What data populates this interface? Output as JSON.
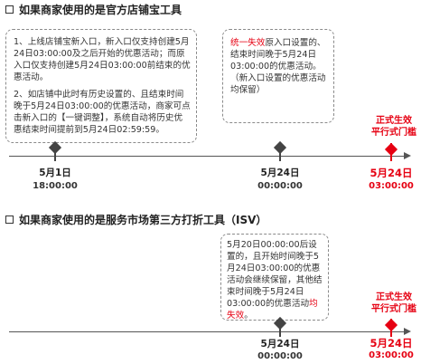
{
  "section1": {
    "title": "如果商家使用的是官方店铺宝工具",
    "callout_left": {
      "para1": "1、上线店铺宝新入口，新入口仅支持创建5月24日03:00:00及之后开始的优惠活动；而原入口仅支持创建5月24日03:00:00前结束的优惠活动。",
      "para2": "2、如店铺中此时有历史设置的、且结束时间晚于5月24日03:00:00的优惠活动，商家可点击新入口的【一键调整】，系统自动将历史优惠结束时间提前到5月24日02:59:59。"
    },
    "callout_right": {
      "red_text": "统一失效",
      "text": "原入口设置的、结束时间晚于5月24日03:00:00的优惠活动。（新入口设置的优惠活动均保留）"
    },
    "markers": [
      {
        "date": "5月1日",
        "time": "18:00:00",
        "color": "dark"
      },
      {
        "date": "5月24日",
        "time": "00:00:00",
        "color": "dark"
      },
      {
        "date": "5月24日",
        "time": "03:00:00",
        "color": "red"
      }
    ],
    "gate_label_line1": "正式生效",
    "gate_label_line2": "平行式门槛"
  },
  "section2": {
    "title": "如果商家使用的是服务市场第三方打折工具（ISV）",
    "callout": {
      "text": "5月20日00:00:00后设置的，且开始时间晚于5月24日03:00:00的优惠活动会继续保留，其他结束时间晚于5月24日03:00:00的优惠活动",
      "red_text": "均失效",
      "end": "。"
    },
    "markers": [
      {
        "date": "5月24日",
        "time": "00:00:00",
        "color": "dark"
      },
      {
        "date": "5月24日",
        "time": "03:00:00",
        "color": "red"
      }
    ],
    "gate_label_line1": "正式生效",
    "gate_label_line2": "平行式门槛"
  },
  "colors": {
    "accent_red": "#e60012",
    "marker_dark": "#444444",
    "axis": "#555555"
  }
}
